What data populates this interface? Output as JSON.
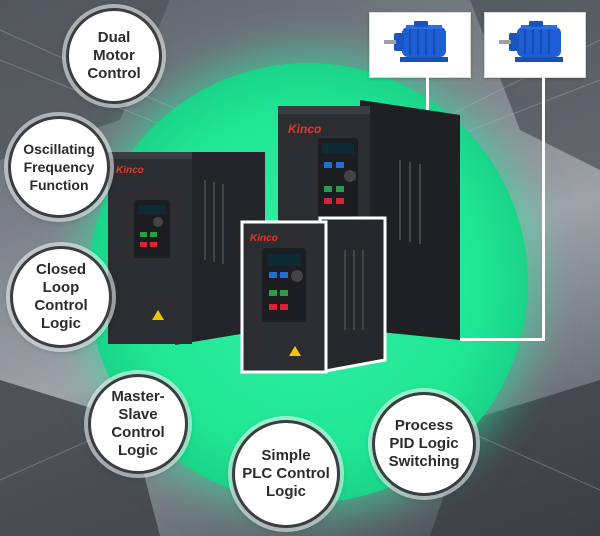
{
  "brand": "Kinco",
  "features": [
    {
      "id": "dual-motor",
      "label": "Dual\nMotor\nControl"
    },
    {
      "id": "oscillating",
      "label": "Oscillating\nFrequency\nFunction"
    },
    {
      "id": "closed-loop",
      "label": "Closed\nLoop\nControl\nLogic"
    },
    {
      "id": "master-slave",
      "label": "Master-\nSlave\nControl\nLogic"
    },
    {
      "id": "simple-plc",
      "label": "Simple\nPLC Control\nLogic"
    },
    {
      "id": "process-pid",
      "label": "Process\nPID Logic\nSwitching"
    }
  ],
  "colors": {
    "accent_green": "#22e896",
    "brand_red": "#e23a2a",
    "motor_blue": "#1f5fd6",
    "drive_body": "#2b2d31"
  },
  "icons": [
    "motor-icon",
    "warning-icon"
  ]
}
